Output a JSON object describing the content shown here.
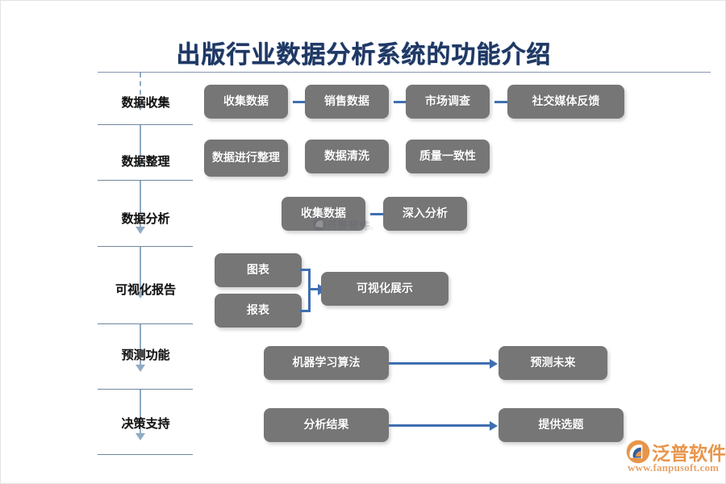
{
  "page": {
    "title": "出版行业数据分析系统的功能介绍",
    "title_color": "#1F3864",
    "box_color": "#767676",
    "arrow_color": "#3F6FB0",
    "divider_color": "#6F869C"
  },
  "stages": [
    {
      "label": "数据收集"
    },
    {
      "label": "数据整理"
    },
    {
      "label": "数据分析"
    },
    {
      "label": "可视化报告"
    },
    {
      "label": "预测功能"
    },
    {
      "label": "决策支持"
    }
  ],
  "rows": {
    "data_collection": {
      "boxes": [
        {
          "label": "收集数据"
        },
        {
          "label": "销售数据"
        },
        {
          "label": "市场调查"
        },
        {
          "label": "社交媒体反馈"
        }
      ]
    },
    "data_cleaning": {
      "boxes": [
        {
          "label": "数据进行整理"
        },
        {
          "label": "数据清洗"
        },
        {
          "label": "质量一致性"
        }
      ]
    },
    "data_analysis": {
      "boxes": [
        {
          "label": "收集数据"
        },
        {
          "label": "深入分析"
        }
      ]
    },
    "visualization": {
      "boxes": [
        {
          "label": "图表"
        },
        {
          "label": "报表"
        },
        {
          "label": "可视化展示"
        }
      ]
    },
    "prediction": {
      "boxes": [
        {
          "label": "机器学习算法"
        },
        {
          "label": "预测未来"
        }
      ]
    },
    "decision": {
      "boxes": [
        {
          "label": "分析结果"
        },
        {
          "label": "提供选题"
        }
      ]
    }
  },
  "watermark": {
    "text": "泛普软件",
    "url": "www.fanpusoft.com"
  },
  "logo": {
    "name": "泛普软件",
    "url": "www.fanpusoft.com"
  }
}
